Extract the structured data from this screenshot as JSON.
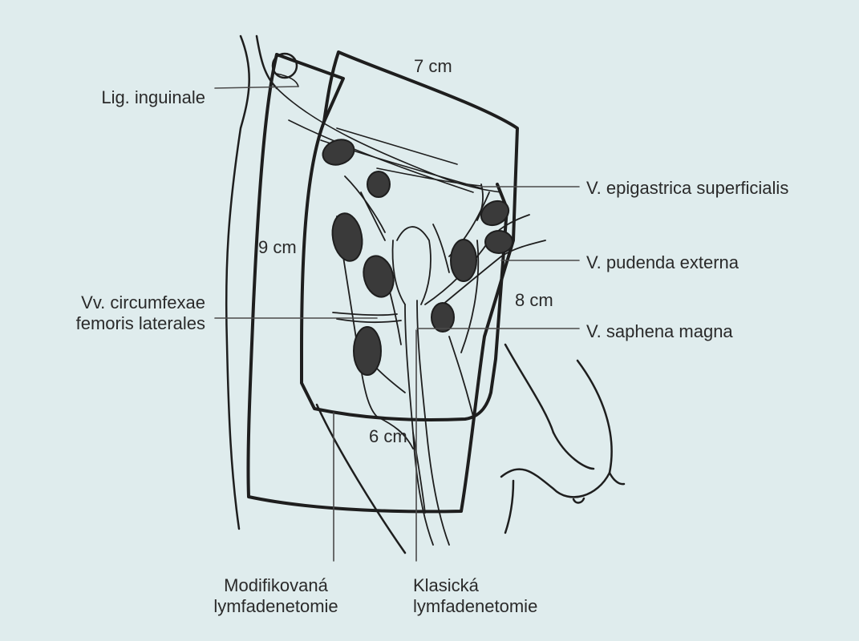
{
  "colors": {
    "background": "#dfeced",
    "ink": "#1e1e1e",
    "text": "#2a2a2a"
  },
  "labels": {
    "lig_inguinale": "Lig. inguinale",
    "v_epigastrica": "V. epigastrica superficialis",
    "v_pudenda": "V. pudenda externa",
    "vv_circumflexae_line1": "Vv. circumfexae",
    "vv_circumflexae_line2": "femoris laterales",
    "v_saphena": "V. saphena magna",
    "modif_line1": "Modifikovaná",
    "modif_line2": "lymfadenetomie",
    "klasicka_line1": "Klasická",
    "klasicka_line2": "lymfadenetomie"
  },
  "dimensions": {
    "top": "7 cm",
    "left": "9 cm",
    "right": "8 cm",
    "bottom": "6 cm"
  }
}
